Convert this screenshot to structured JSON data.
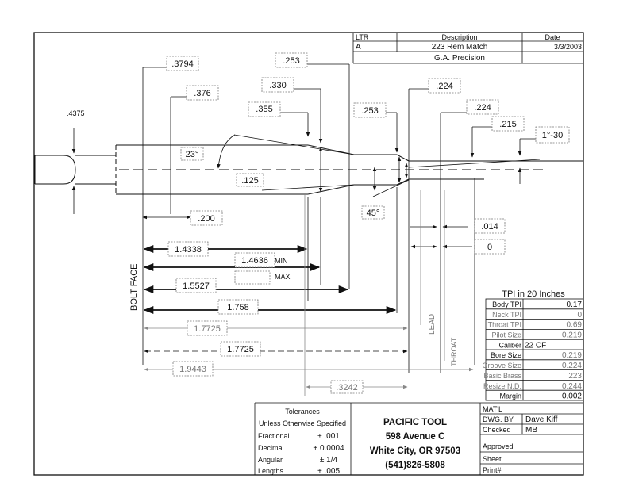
{
  "revision": {
    "headers": {
      "ltr": "LTR",
      "description": "Description",
      "date": "Date"
    },
    "row_ltr": "A",
    "row_description": "223 Rem Match",
    "row_date": "3/3/2003",
    "subtitle": "G.A. Precision"
  },
  "dims": {
    "d4375": ".4375",
    "d3794": ".3794",
    "d376": ".376",
    "d253a": ".253",
    "d330": ".330",
    "d355": ".355",
    "d253b": ".253",
    "d224a": ".224",
    "d224b": ".224",
    "d215": ".215",
    "angle_taper": "1°-30",
    "angle_shoulder": "23°",
    "d125": ".125",
    "angle_throat": "45°",
    "d200": ".200",
    "d014": ".014",
    "d0": "0",
    "l14338": "1.4338",
    "l14636": "1.4636",
    "min_label": "MIN",
    "max_label": "MAX",
    "l15527": "1.5527",
    "l1758": "1.758",
    "l17725a": "1.7725",
    "l17725b": "1.7725",
    "l19443": "1.9443",
    "l3242": ".3242",
    "bolt_face": "BOLT FACE",
    "lead": "LEAD",
    "throat": "THROAT"
  },
  "specs": {
    "title": "TPI in 20 Inches",
    "rows": [
      {
        "label": "Body TPI",
        "value": "0.17"
      },
      {
        "label": "Neck TPI",
        "value": "0"
      },
      {
        "label": "Throat TPI",
        "value": "0.69"
      },
      {
        "label": "Pilot Size",
        "value": "0.219"
      },
      {
        "label": "Caliber",
        "value": "22 CF"
      },
      {
        "label": "Bore Size",
        "value": "0.219"
      },
      {
        "label": "Groove Size",
        "value": "0.224"
      },
      {
        "label": "Basic Brass",
        "value": "223"
      },
      {
        "label": "Resize N.D.",
        "value": "0.244"
      },
      {
        "label": "Margin",
        "value": "0.002"
      }
    ]
  },
  "tolerances": {
    "title": "Tolerances",
    "subtitle": "Unless Otherwise Specified",
    "rows": [
      {
        "label": "Fractional",
        "value": "± .001"
      },
      {
        "label": "Decimal",
        "value": "+ 0.0004"
      },
      {
        "label": "Angular",
        "value": "± 1/4"
      },
      {
        "label": "Lengths",
        "value": "+ .005"
      }
    ]
  },
  "company": {
    "name": "PACIFIC TOOL",
    "street": "598 Avenue C",
    "city": "White City, OR 97503",
    "phone": "(541)826-5808"
  },
  "signoff": {
    "matl": "MAT'L",
    "dwg_by_label": "DWG. BY",
    "dwg_by_value": "Dave Kiff",
    "checked_label": "Checked",
    "checked_value": "MB",
    "approved_label": "Approved",
    "sheet_label": "Sheet",
    "print_label": "Print#"
  }
}
